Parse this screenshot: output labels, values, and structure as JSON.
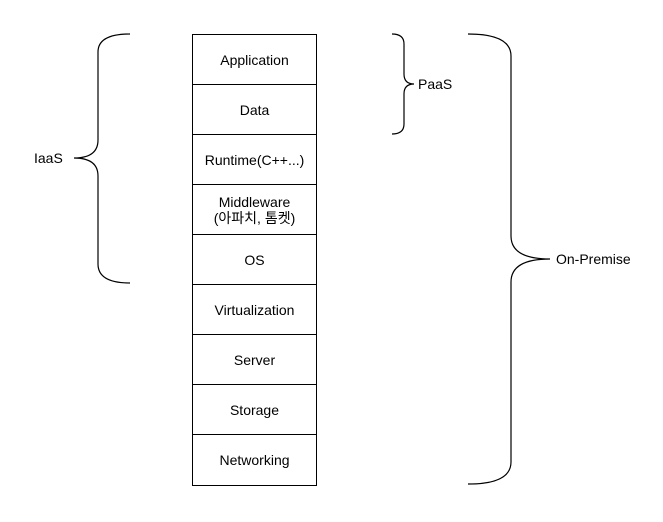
{
  "layers": [
    {
      "label": "Application"
    },
    {
      "label": "Data"
    },
    {
      "label": "Runtime(C++...)"
    },
    {
      "label": "Middleware\n(아파치, 톰켓)"
    },
    {
      "label": "OS"
    },
    {
      "label": "Virtualization"
    },
    {
      "label": "Server"
    },
    {
      "label": "Storage"
    },
    {
      "label": "Networking"
    }
  ],
  "braces": {
    "iaas": {
      "label": "IaaS"
    },
    "paas": {
      "label": "PaaS"
    },
    "on_premise": {
      "label": "On-Premise"
    }
  }
}
